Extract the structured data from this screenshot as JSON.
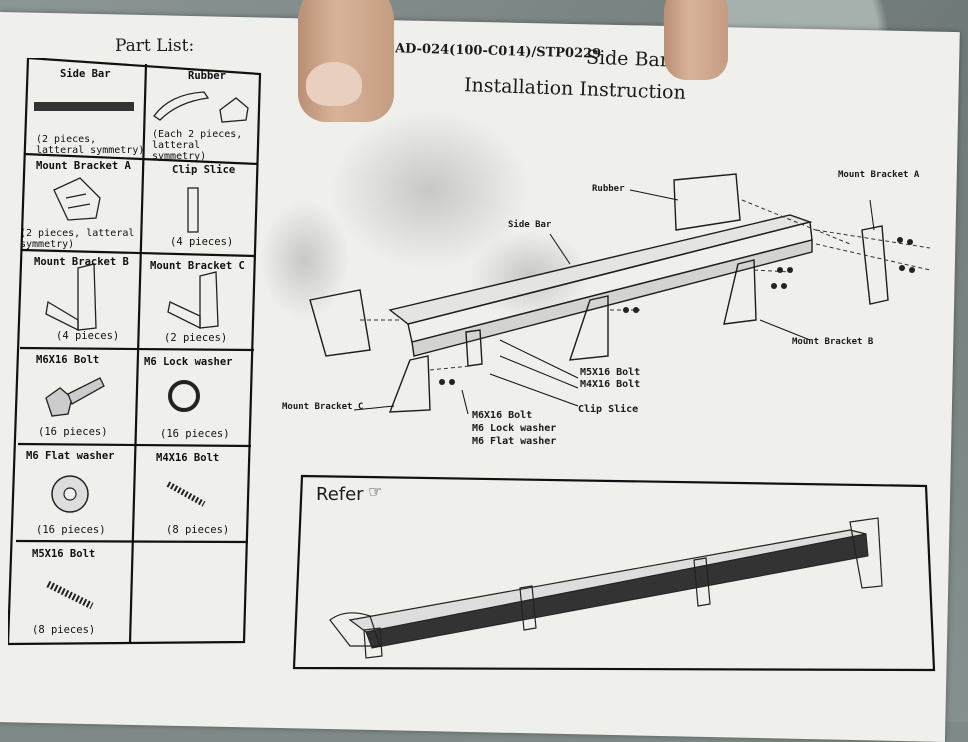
{
  "sheet": {
    "part_list_title": "Part List:",
    "doc_code": "AD-024(100-C014)/STP0229",
    "title_line1": "Side Bar",
    "title_line2": "Installation Instruction",
    "refer_label": "Refer"
  },
  "parts": [
    {
      "name": "Side Bar",
      "qty": "(2 pieces, latteral symmetry)"
    },
    {
      "name": "Rubber",
      "qty": "(Each  2 pieces, latteral symmetry)"
    },
    {
      "name": "Mount Bracket A",
      "qty": "(2 pieces, latteral symmetry)"
    },
    {
      "name": "Clip Slice",
      "qty": "(4 pieces)"
    },
    {
      "name": "Mount Bracket B",
      "qty": "(4 pieces)"
    },
    {
      "name": "Mount Bracket C",
      "qty": "(2 pieces)"
    },
    {
      "name": "M6X16 Bolt",
      "qty": "(16 pieces)"
    },
    {
      "name": "M6 Lock washer",
      "qty": "(16 pieces)"
    },
    {
      "name": "M6 Flat washer",
      "qty": "(16 pieces)"
    },
    {
      "name": "M4X16 Bolt",
      "qty": "(8 pieces)"
    },
    {
      "name": "M5X16 Bolt",
      "qty": "(8 pieces)"
    }
  ],
  "callouts": {
    "rubber": "Rubber",
    "side_bar": "Side Bar",
    "mount_a": "Mount Bracket A",
    "mount_b": "Mount Bracket B",
    "mount_c": "Mount Bracket C",
    "m5_bolt": "M5X16 Bolt",
    "m4_bolt": "M4X16 Bolt",
    "clip": "Clip Slice",
    "m6_bolt": "M6X16 Bolt",
    "lock": "M6 Lock washer",
    "flat": "M6 Flat washer"
  }
}
